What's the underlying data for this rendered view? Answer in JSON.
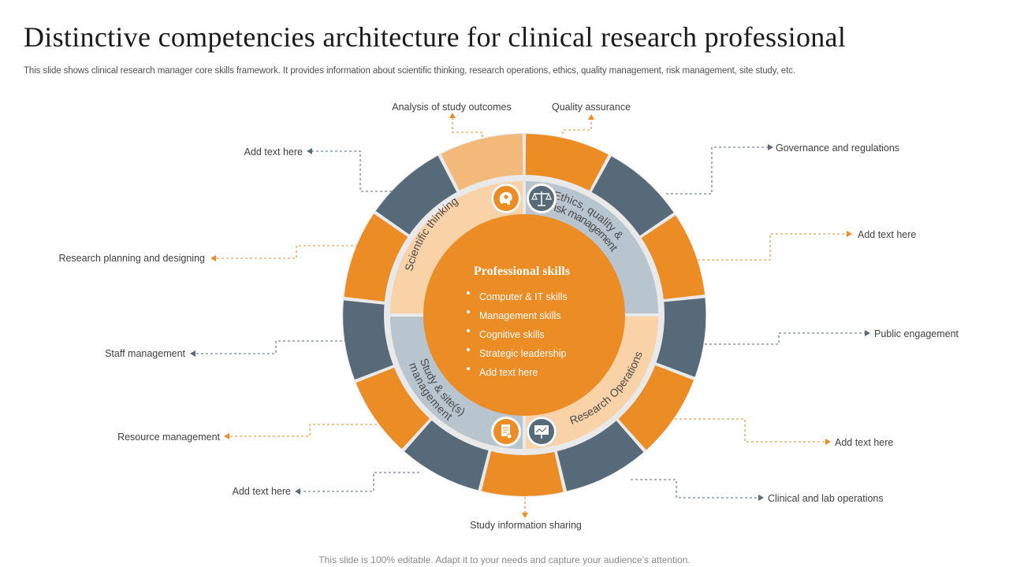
{
  "slide": {
    "title": "Distinctive competencies architecture for clinical research professional",
    "subtitle": "This slide shows clinical research manager core skills framework. It provides information about scientific thinking, research operations, ethics, quality management, risk management, site study, etc.",
    "footer": "This slide is 100% editable. Adapt it to your needs and capture your audience’s attention."
  },
  "colors": {
    "orange": "#EB8C25",
    "slate": "#566A79",
    "light_orange": "#F2B97A",
    "peach": "#F9D2A8",
    "gray_blue": "#B8C5CE",
    "ring_gap": "#E9E9E9"
  },
  "center": {
    "title": "Professional skills",
    "items": [
      "Computer & IT skills",
      "Management skills",
      "Cognitive skills",
      "Strategic leadership",
      "Add text here"
    ]
  },
  "segments": {
    "scientific": "Scientific thinking",
    "ethics_line1": "Ethics, quality &",
    "ethics_line2": "risk management",
    "operations": "Research Operations",
    "study_line1": "Study & site(s)",
    "study_line2": "management"
  },
  "icons": [
    "brain-gear-icon",
    "scales-icon",
    "document-icon",
    "presentation-icon"
  ],
  "labels": {
    "analysis": "Analysis of study outcomes",
    "quality": "Quality assurance",
    "governance": "Governance  and regulations",
    "add_text_right_top": "Add text here",
    "public": "Public engagement",
    "add_text_right_bottom": "Add text here",
    "clinical": "Clinical and lab operations",
    "study_info": "Study information  sharing",
    "add_text_left_bottom": "Add text here",
    "resource": "Resource management",
    "staff": "Staff management",
    "research_planning": "Research planning  and designing",
    "add_text_left_top": "Add text here"
  }
}
